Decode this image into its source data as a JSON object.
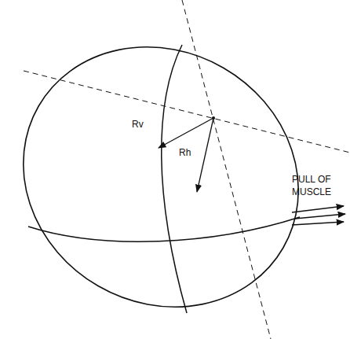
{
  "diagram": {
    "labels": [
      "Rv",
      "Rh",
      "PULL OF MUSCLE"
    ]
  }
}
